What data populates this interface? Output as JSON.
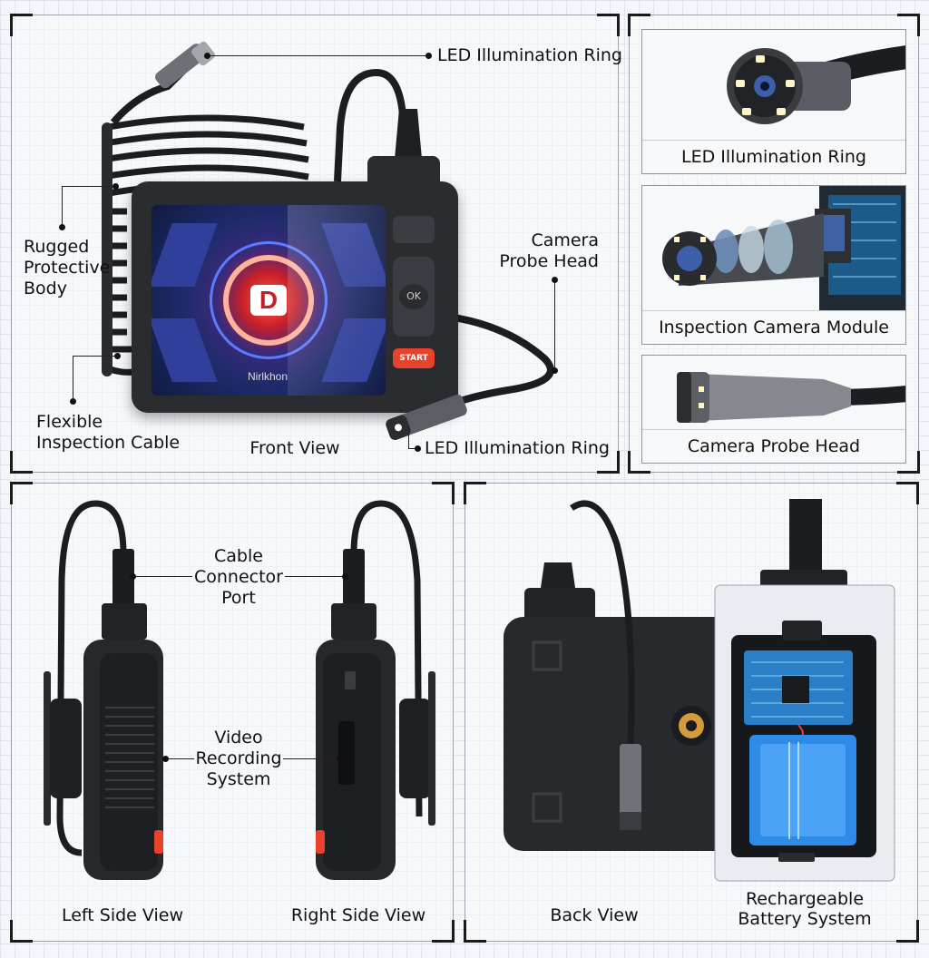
{
  "front_panel": {
    "view_label": "Front View",
    "callouts": {
      "led_ring_top": "LED Illumination Ring",
      "body": [
        "Rugged",
        "Protective",
        "Body"
      ],
      "cable": [
        "Flexible",
        "Inspection Cable"
      ],
      "probe": [
        "Camera",
        "Probe Head"
      ],
      "led_ring_bottom": "LED Illumination Ring"
    },
    "device": {
      "brand": "Nirlkhon",
      "logo_letter": "D",
      "ok_label": "OK",
      "start_label": "START"
    }
  },
  "detail_panel": {
    "items": [
      {
        "caption": "LED Illumination Ring"
      },
      {
        "caption": "Inspection Camera Module"
      },
      {
        "caption": "Camera Probe Head"
      }
    ]
  },
  "side_panel": {
    "left_label": "Left Side View",
    "right_label": "Right Side View",
    "connector": [
      "Cable",
      "Connector",
      "Port"
    ],
    "video": [
      "Video",
      "Recording",
      "System"
    ]
  },
  "back_panel": {
    "view_label": "Back View",
    "battery": [
      "Rechargeable",
      "Battery System"
    ]
  },
  "colors": {
    "accent_red": "#e8412c",
    "screen_blue": "#2b3b8c",
    "device_body": "#2a2c30",
    "battery_blue": "#2f8be8"
  }
}
